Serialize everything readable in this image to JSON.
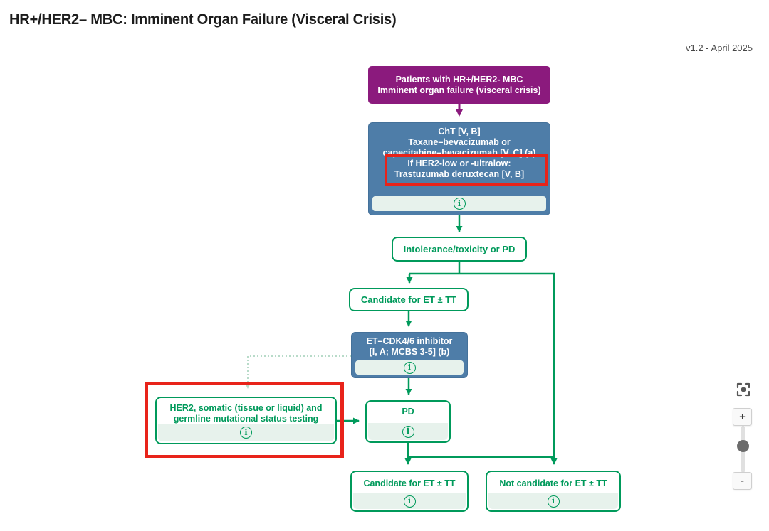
{
  "page": {
    "title": "HR+/HER2– MBC: Imminent Organ Failure (Visceral Crisis)",
    "version": "v1.2 - April 2025"
  },
  "colors": {
    "purple": "#8b1a7d",
    "blue": "#4e7da8",
    "green": "#009a5b",
    "band_bg": "#e7f2ec",
    "highlight_red": "#e8231a",
    "dotted_line": "#b8dbc9"
  },
  "flowchart": {
    "nodes": {
      "patients": {
        "lines": [
          "Patients with HR+/HER2- MBC",
          "Imminent organ failure (visceral crisis)"
        ]
      },
      "cht": {
        "lines": [
          "ChT [V, B]",
          "Taxane–bevacizumab or",
          "capecitabine–bevacizumab [V, C] (a)",
          "If HER2-low or -ultralow:",
          "Trastuzumab deruxtecan [V, B]"
        ]
      },
      "intolerance": {
        "label": "Intolerance/toxicity or PD"
      },
      "candidate_mid": {
        "label": "Candidate for ET ± TT"
      },
      "et_cdk46": {
        "lines": [
          "ET–CDK4/6 inhibitor",
          "[I, A; MCBS 3-5] (b)"
        ]
      },
      "her2_testing": {
        "lines": [
          "HER2, somatic (tissue or liquid) and",
          "germline mutational status testing"
        ]
      },
      "pd": {
        "label": "PD"
      },
      "candidate_bottom": {
        "label": "Candidate for ET ± TT"
      },
      "not_candidate": {
        "label": "Not candidate for ET ± TT"
      }
    },
    "info_icon_glyph": "i"
  },
  "zoom_controls": {
    "zoom_in": "+",
    "zoom_out": "-"
  }
}
